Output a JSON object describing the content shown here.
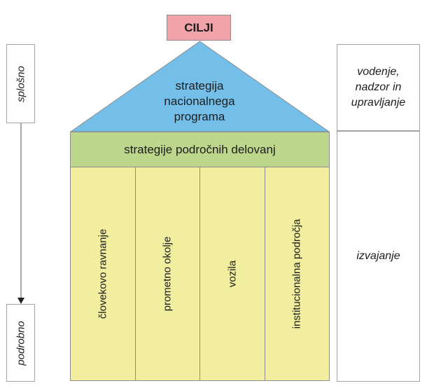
{
  "goal": {
    "label": "CILJI"
  },
  "roof": {
    "label": "strategija\nnacionalnega\nprograma"
  },
  "band": {
    "label": "strategije področnih delovanj"
  },
  "pillars": [
    {
      "label": "človekovo ravnanje"
    },
    {
      "label": "prometno okolje"
    },
    {
      "label": "vozila"
    },
    {
      "label": "institucionalna področja"
    }
  ],
  "right_column": {
    "top": "vodenje,\nnadzor in\nupravljanje",
    "bottom": "izvajanje"
  },
  "scale": {
    "top": "splošno",
    "bottom": "podrobno"
  },
  "colors": {
    "goal": "#f0a3a8",
    "roof": "#74bfe9",
    "band": "#bcd78b",
    "pillars": "#f1ef9f",
    "border": "#8d8d8d"
  }
}
